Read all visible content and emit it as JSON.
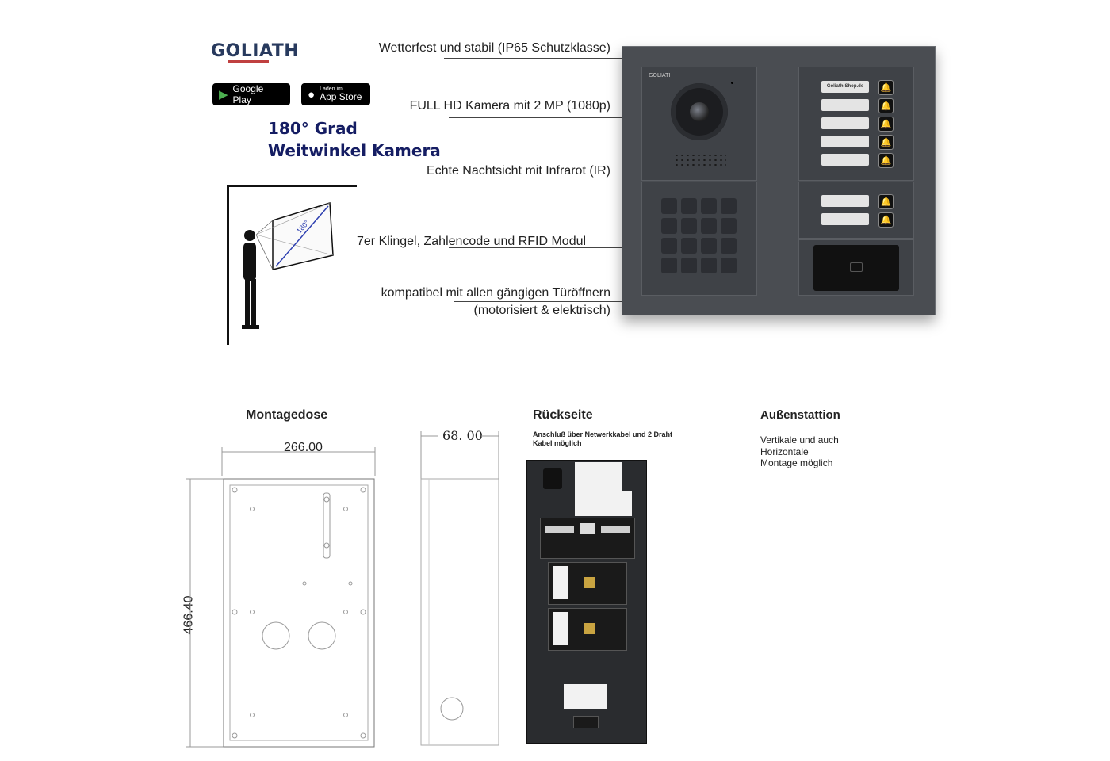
{
  "brand": {
    "logo": "GOLIATH",
    "google_play": "Google Play",
    "app_store_top": "Laden im",
    "app_store": "App Store"
  },
  "headline": {
    "line1": "180° Grad",
    "line2": "Weitwinkel Kamera"
  },
  "features": [
    "Wetterfest und stabil (IP65 Schutzklasse)",
    "FULL HD Kamera mit 2 MP (1080p)",
    "Echte Nachtsicht mit Infrarot (IR)",
    "7er Klingel, Zahlencode und RFID Modul",
    "kompatibel mit allen gängigen Türöffnern",
    "(motorisiert & elektrisch)"
  ],
  "diagram": {
    "angle": "180°"
  },
  "intercom": {
    "module_logo": "GOLIATH",
    "nameplate_top": "Goliath-Shop.de",
    "bells_upper": 5,
    "bells_lower": 2
  },
  "montagedose": {
    "title": "Montagedose",
    "width": "266.00",
    "height": "466.40",
    "depth": "68. 00"
  },
  "rueckseite": {
    "title": "Rückseite",
    "note": "Anschluß über Netwerkkabel und 2 Draht Kabel möglich"
  },
  "aussenstation": {
    "title": "Außenstattion",
    "line1": "Vertikale und auch",
    "line2": "Horizontale",
    "line3": "Montage möglich"
  }
}
